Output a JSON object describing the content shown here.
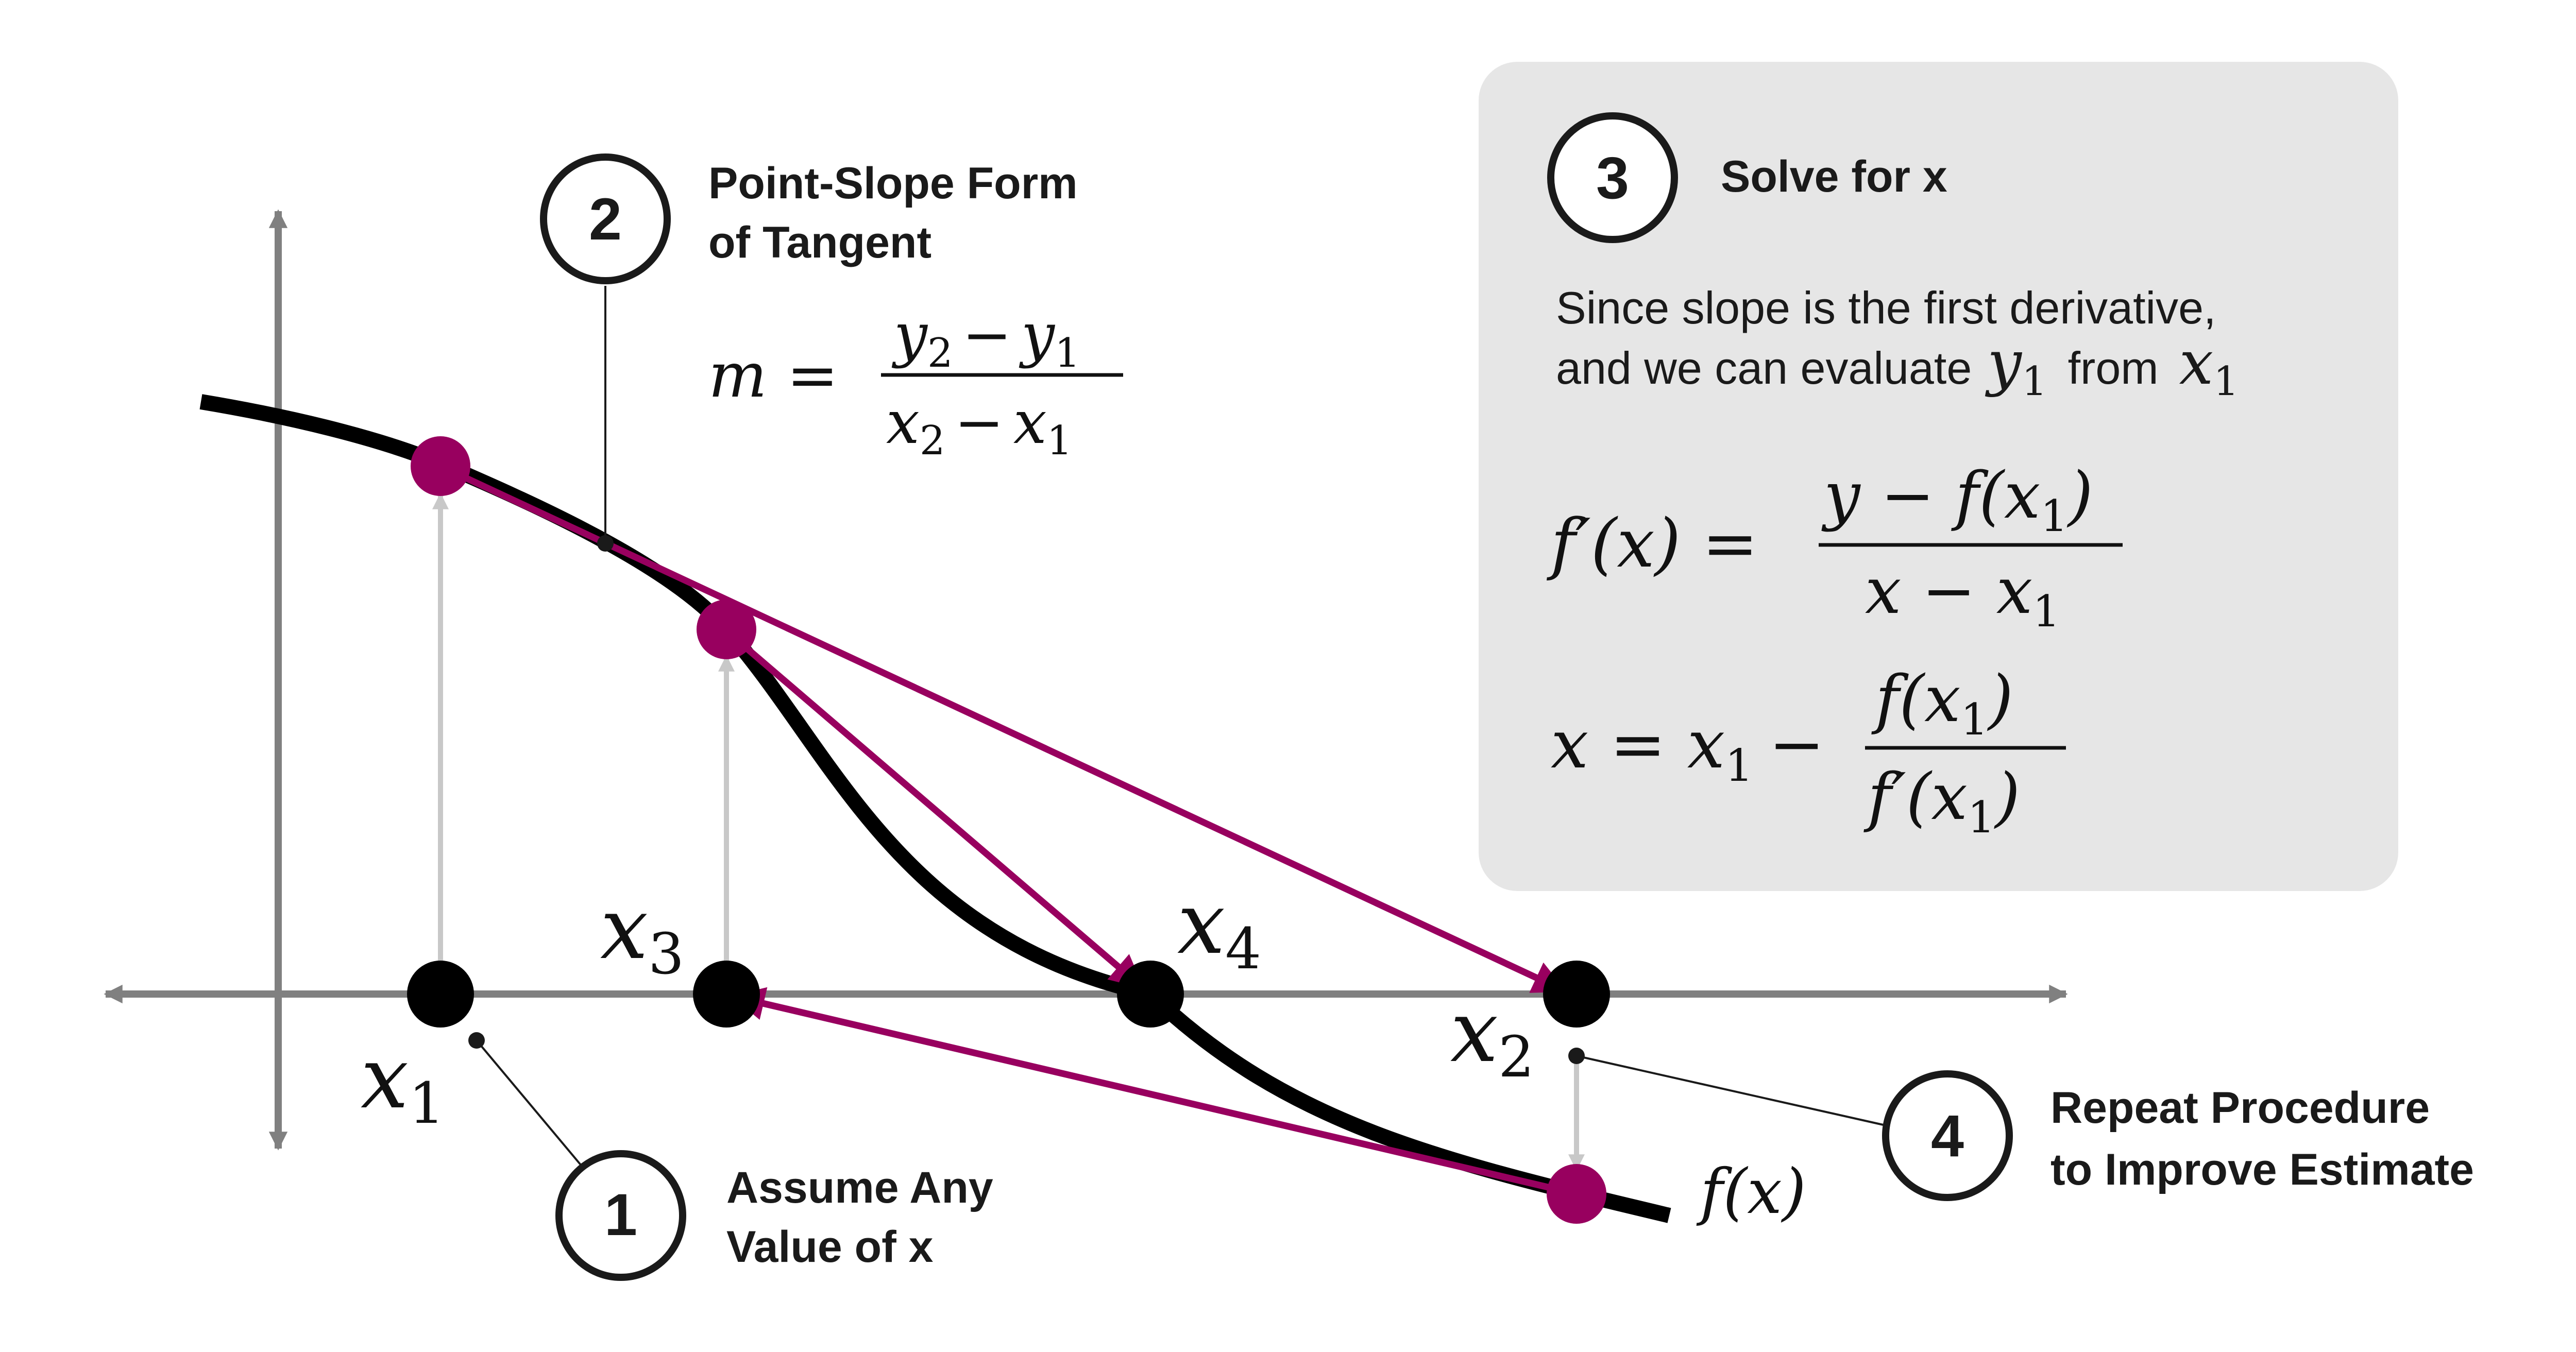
{
  "colors": {
    "curve": "#000000",
    "tangent": "#98005f",
    "axis": "#808080",
    "guide": "#c8c8c8",
    "panel": "#e6e6e6",
    "ink": "#1a1a1a"
  },
  "steps": [
    {
      "number": "1",
      "title_line1": "Assume Any",
      "title_line2": "Value of x"
    },
    {
      "number": "2",
      "title_line1": "Point-Slope Form",
      "title_line2": "of Tangent"
    },
    {
      "number": "3",
      "title_line1": "Solve for x"
    },
    {
      "number": "4",
      "title_line1": "Repeat Procedure",
      "title_line2": "to Improve Estimate"
    }
  ],
  "point_labels": {
    "x1": {
      "base": "x",
      "sub": "1"
    },
    "x2": {
      "base": "x",
      "sub": "2"
    },
    "x3": {
      "base": "x",
      "sub": "3"
    },
    "x4": {
      "base": "x",
      "sub": "4"
    }
  },
  "curve_label": "f(x)",
  "slope_formula": {
    "lhs": "m =",
    "numerator": {
      "a": "y",
      "a_sub": "2",
      "op": "−",
      "b": "y",
      "b_sub": "1"
    },
    "denominator": {
      "a": "x",
      "a_sub": "2",
      "op": "−",
      "b": "x",
      "b_sub": "1"
    }
  },
  "panel": {
    "line1": "Since slope is the first derivative,",
    "line2_text": "and we can evaluate",
    "line2_var1": "y",
    "line2_var1_sub": "1",
    "line2_mid": "from",
    "line2_var2": "x",
    "line2_var2_sub": "1",
    "eq1": {
      "lhs": "f′(x) =",
      "numerator_prefix": "y − f(x",
      "numerator_sub": "1",
      "numerator_suffix": ")",
      "denominator_prefix": "x − x",
      "denominator_sub": "1"
    },
    "eq2": {
      "lhs_prefix": "x = x",
      "lhs_sub": "1",
      "lhs_suffix": "−",
      "numerator_prefix": "f(x",
      "numerator_sub": "1",
      "numerator_suffix": ")",
      "denominator_prefix": "f′(x",
      "denominator_sub": "1",
      "denominator_suffix": ")"
    }
  }
}
